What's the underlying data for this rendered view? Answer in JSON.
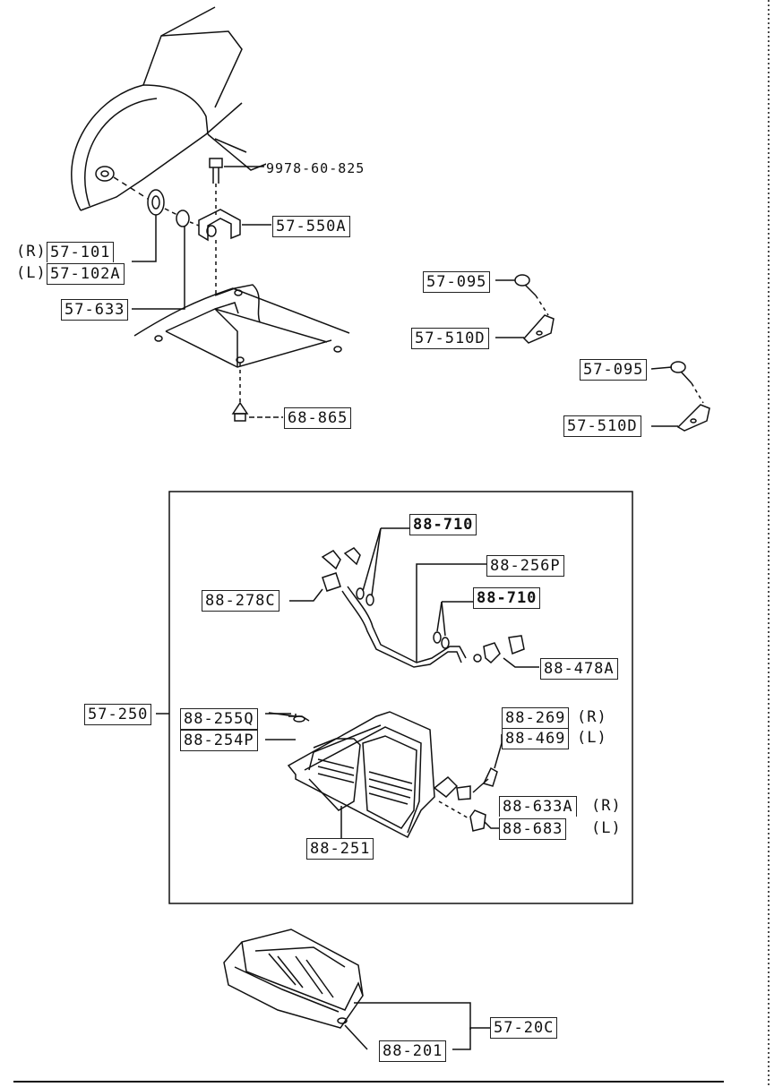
{
  "parts": {
    "bolt_top": "9978-60-825",
    "bracket": "57-550A",
    "side_r": "(R)",
    "side_l": "(L)",
    "bush_r": "57-101",
    "bush_l": "57-102A",
    "spacer": "57-633",
    "clip": "68-865",
    "bolt_a": "57-095",
    "hook_a": "57-510D",
    "bolt_b": "57-095",
    "hook_b": "57-510D",
    "seat_back_assy": "57-250",
    "wire_1": "88-710",
    "frame_pipe": "88-256P",
    "bracket_c": "88-278C",
    "wire_2": "88-710",
    "stopper": "88-478A",
    "cover": "88-255Q",
    "pad": "88-254P",
    "hinge_r": "88-269",
    "hinge_r_side": "(R)",
    "hinge_l": "88-469",
    "hinge_l_side": "(L)",
    "lock_r": "88-633A",
    "lock_r_side": "(R)",
    "lock_l": "88-683",
    "lock_l_side": "(L)",
    "frame": "88-251",
    "cushion_assy": "57-20C",
    "cushion_pad": "88-201"
  }
}
